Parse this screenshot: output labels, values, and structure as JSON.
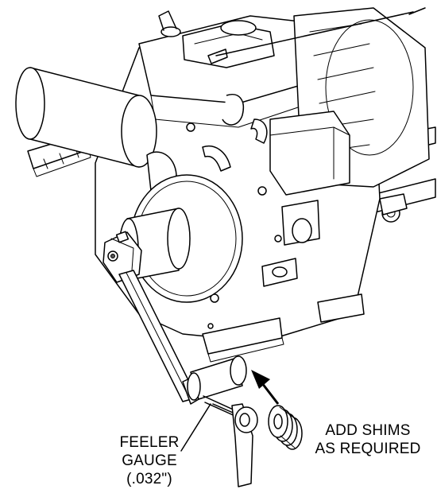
{
  "labels": {
    "feeler_gauge": [
      "FEELER",
      "GAUGE",
      "(.032\")"
    ],
    "add_shims": [
      "ADD SHIMS",
      "AS REQUIRED"
    ]
  },
  "icons": [
    "engine-assembly",
    "alignment-tool",
    "feeler-gauge",
    "shim-stack",
    "direction-arrow"
  ]
}
